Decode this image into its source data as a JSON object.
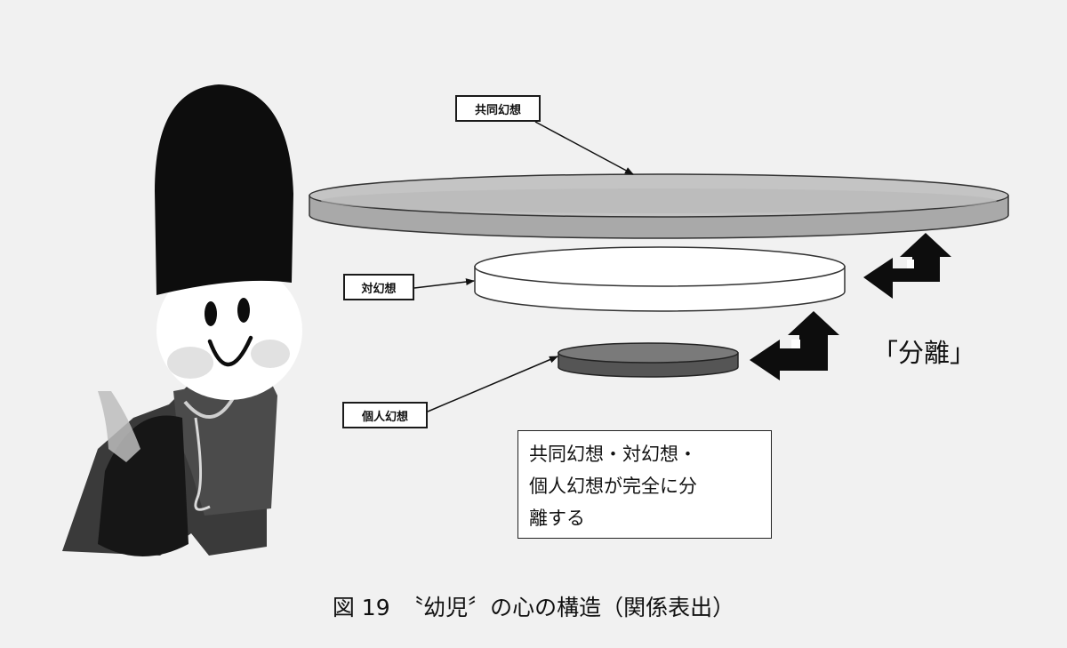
{
  "labels": {
    "kyodo": "共同幻想",
    "tai": "対幻想",
    "kojin": "個人幻想"
  },
  "separation": "「分離」",
  "note": {
    "line1": "共同幻想・対幻想・",
    "line2": "個人幻想が完全に分",
    "line3": "離する"
  },
  "caption": "図 19　〝幼児〞の心の構造（関係表出）",
  "icons": {
    "figure": "child-figure-icon",
    "arrows": "turn-left-up-arrow-icon"
  },
  "colors": {
    "background": "#f1f1f1",
    "kyodo_disc": "#bdbdbd",
    "tai_disc": "#ffffff",
    "kojin_disc": "#6e6e6e",
    "ink": "#111111"
  }
}
